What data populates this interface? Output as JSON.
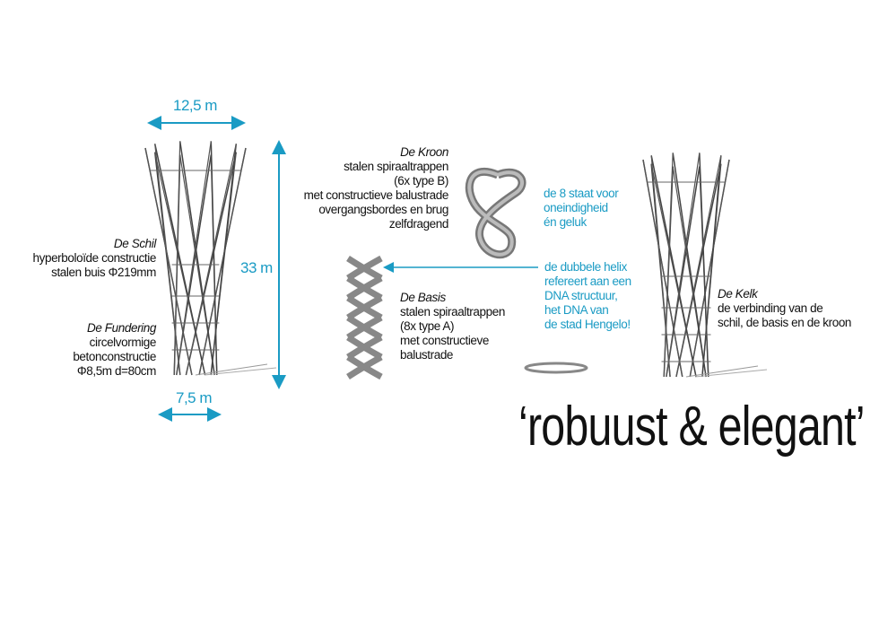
{
  "accent_color": "#1a9bc4",
  "dimensions": {
    "top_width": "12,5 m",
    "height": "33 m",
    "base_width": "7,5 m"
  },
  "schil": {
    "title": "De Schil",
    "lines": [
      "hyperboloïde constructie",
      "stalen buis Φ219mm"
    ]
  },
  "fundering": {
    "title": "De Fundering",
    "lines": [
      "circelvormige",
      "betonconstructie",
      "Φ8,5m d=80cm"
    ]
  },
  "kroon": {
    "title": "De Kroon",
    "lines": [
      "stalen spiraaltrappen",
      "(6x type B)",
      "met constructieve balustrade",
      "overgangsbordes en brug",
      "zelfdragend"
    ]
  },
  "acht": {
    "lines": [
      "de 8 staat voor",
      "oneindigheid",
      "én geluk"
    ]
  },
  "helix": {
    "lines": [
      "de dubbele helix",
      "refereert aan een",
      "DNA structuur,",
      "het DNA van",
      "de stad Hengelo!"
    ]
  },
  "basis": {
    "title": "De Basis",
    "lines": [
      "stalen spiraaltrappen",
      "(8x type A)",
      "met constructieve",
      "balustrade"
    ]
  },
  "kelk": {
    "title": "De Kelk",
    "lines": [
      "de verbinding van de",
      "schil, de basis en de kroon"
    ]
  },
  "slogan": "‘robuust & elegant’"
}
